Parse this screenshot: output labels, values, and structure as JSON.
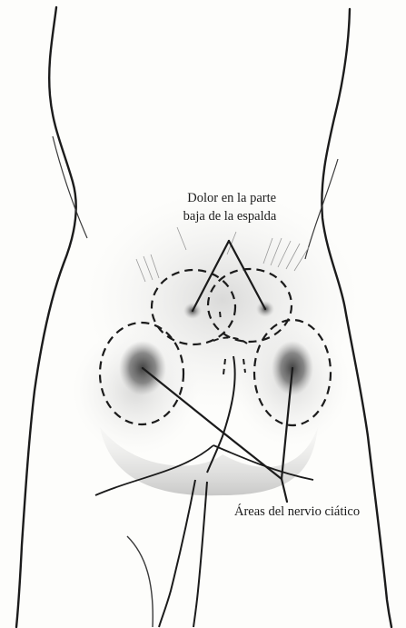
{
  "labels": {
    "lower_back_line1": "Dolor en la parte",
    "lower_back_line2": "baja de la espalda",
    "sciatic": "Áreas del nervio ciático"
  },
  "colors": {
    "ink": "#1b1b1b",
    "shade": "#8a8a8a",
    "pain_spot": "#555555"
  }
}
